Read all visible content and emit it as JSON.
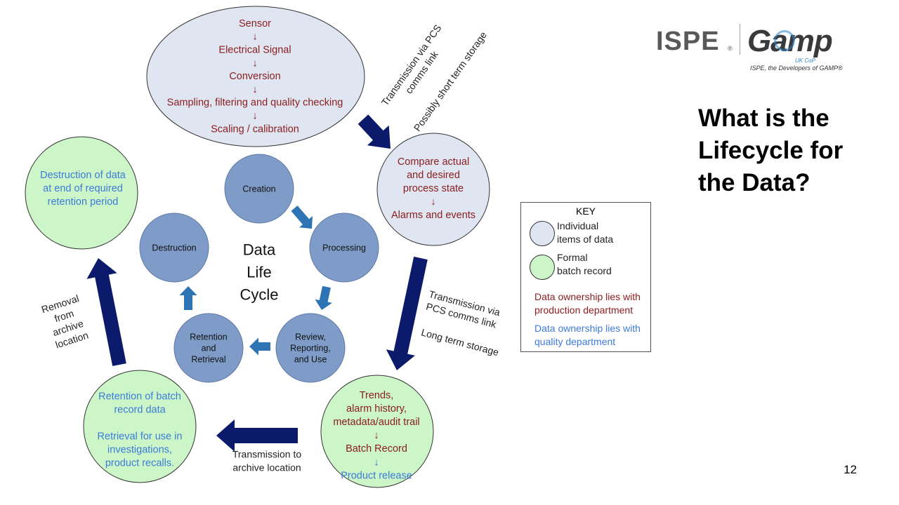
{
  "slide": {
    "title_lines": [
      "What is the",
      "Lifecycle for",
      "the Data?"
    ],
    "page_number": "12"
  },
  "logo": {
    "brand_left": "ISPE",
    "registered": "®",
    "brand_right": "Gamp",
    "sub_tag": "UK CoP",
    "tagline": "ISPE, the Developers of GAMP®"
  },
  "colors": {
    "production": "#8b1c1c",
    "quality": "#3d7bd9",
    "individual_fill": "#dfe6f2",
    "batch_fill": "#ccf5c8",
    "cycle_fill": "#7f9cc8",
    "dark_arrow": "#0c1a6b",
    "small_arrow": "#2e74b5"
  },
  "nodes": {
    "sensor_chain": {
      "lines": [
        "Sensor",
        "↓",
        "Electrical Signal",
        "↓",
        "Conversion",
        "↓",
        "Sampling, filtering and quality checking",
        "↓",
        "Scaling / calibration"
      ]
    },
    "compare": {
      "lines": [
        "Compare actual",
        "and desired",
        "process state",
        "↓",
        "Alarms and events"
      ]
    },
    "trends": {
      "production_lines": [
        "Trends,",
        "alarm history,",
        "metadata/audit trail",
        "↓",
        "Batch Record"
      ],
      "quality_lines": [
        "↓",
        "Product release"
      ]
    },
    "retention_batch": {
      "lines": [
        "Retention of batch",
        "record data",
        "",
        "Retrieval for use in",
        "investigations,",
        "product recalls."
      ]
    },
    "destruction_data": {
      "lines": [
        "Destruction of data",
        "at end of required",
        "retention period"
      ]
    }
  },
  "cycle": {
    "center_lines": [
      "Data",
      "Life",
      "Cycle"
    ],
    "stages": {
      "creation": [
        "Creation"
      ],
      "processing": [
        "Processing"
      ],
      "review": [
        "Review,",
        "Reporting,",
        "and Use"
      ],
      "retention": [
        "Retention",
        "and",
        "Retrieval"
      ],
      "destruction": [
        "Destruction"
      ]
    }
  },
  "labels": {
    "pcs_link_1": [
      "Transmission via PCS",
      "comms link"
    ],
    "short_term": [
      "Possibly short term storage"
    ],
    "pcs_link_2": [
      "Transmission via",
      "PCS comms link"
    ],
    "long_term": [
      "Long term storage"
    ],
    "to_archive": [
      "Transmission to",
      "archive location"
    ],
    "removal": [
      "Removal",
      "from",
      "archive",
      "location"
    ]
  },
  "key": {
    "title": "KEY",
    "individual": [
      "Individual",
      "items of data"
    ],
    "batch": [
      "Formal",
      "batch record"
    ],
    "production_note": [
      "Data ownership lies with",
      "production department"
    ],
    "quality_note": [
      "Data ownership lies with",
      "quality department"
    ]
  }
}
